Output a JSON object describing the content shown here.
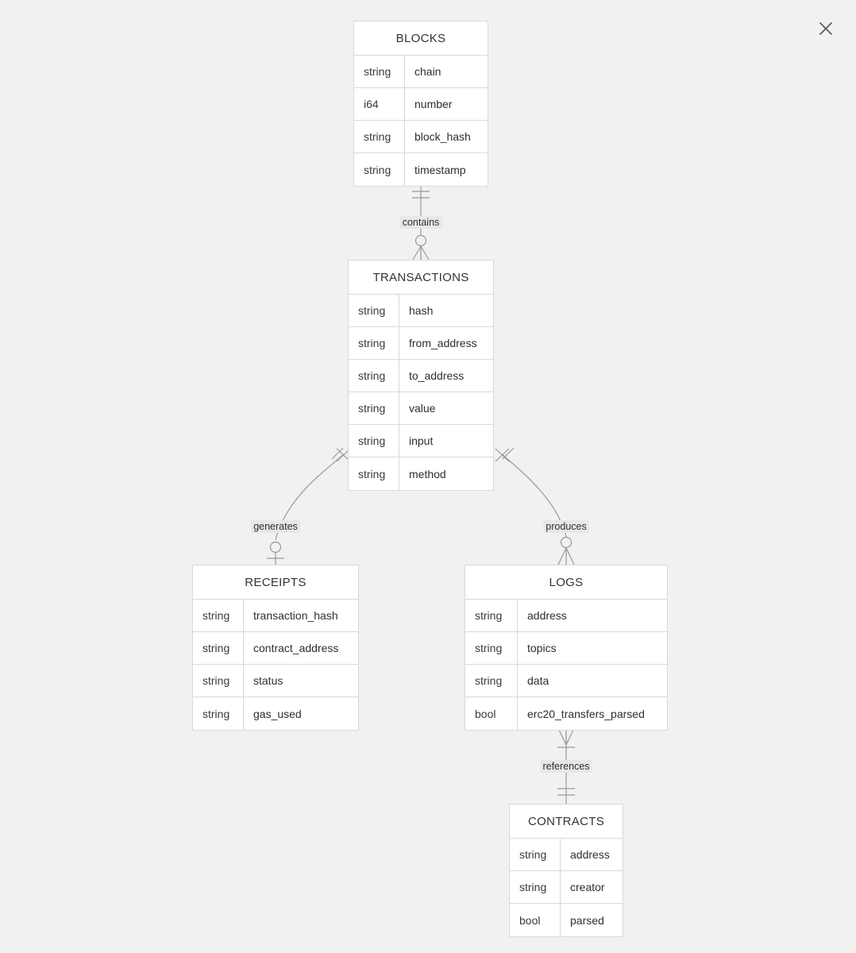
{
  "diagram": {
    "type": "entity-relationship-diagram",
    "notation": "crow's-foot",
    "background_color": "#f2f1ef",
    "line_color": "#999999",
    "entity_border_color": "#d9d9d9",
    "entity_fill_color": "#ffffff"
  },
  "close_button": {
    "icon": "close-icon",
    "label": "×"
  },
  "entities": [
    {
      "id": "blocks",
      "name": "BLOCKS",
      "attributes": [
        {
          "type": "string",
          "name": "chain"
        },
        {
          "type": "i64",
          "name": "number"
        },
        {
          "type": "string",
          "name": "block_hash"
        },
        {
          "type": "string",
          "name": "timestamp"
        }
      ]
    },
    {
      "id": "transactions",
      "name": "TRANSACTIONS",
      "attributes": [
        {
          "type": "string",
          "name": "hash"
        },
        {
          "type": "string",
          "name": "from_address"
        },
        {
          "type": "string",
          "name": "to_address"
        },
        {
          "type": "string",
          "name": "value"
        },
        {
          "type": "string",
          "name": "input"
        },
        {
          "type": "string",
          "name": "method"
        }
      ]
    },
    {
      "id": "receipts",
      "name": "RECEIPTS",
      "attributes": [
        {
          "type": "string",
          "name": "transaction_hash"
        },
        {
          "type": "string",
          "name": "contract_address"
        },
        {
          "type": "string",
          "name": "status"
        },
        {
          "type": "string",
          "name": "gas_used"
        }
      ]
    },
    {
      "id": "logs",
      "name": "LOGS",
      "attributes": [
        {
          "type": "string",
          "name": "address"
        },
        {
          "type": "string",
          "name": "topics"
        },
        {
          "type": "string",
          "name": "data"
        },
        {
          "type": "bool",
          "name": "erc20_transfers_parsed"
        }
      ]
    },
    {
      "id": "contracts",
      "name": "CONTRACTS",
      "attributes": [
        {
          "type": "string",
          "name": "address"
        },
        {
          "type": "string",
          "name": "creator"
        },
        {
          "type": "bool",
          "name": "parsed"
        }
      ]
    }
  ],
  "relationships": [
    {
      "id": "contains",
      "label": "contains",
      "from": "BLOCKS",
      "to": "TRANSACTIONS",
      "from_cardinality": "exactly-one",
      "to_cardinality": "zero-or-many"
    },
    {
      "id": "generates",
      "label": "generates",
      "from": "TRANSACTIONS",
      "to": "RECEIPTS",
      "from_cardinality": "one-or-many",
      "to_cardinality": "zero-or-one"
    },
    {
      "id": "produces",
      "label": "produces",
      "from": "TRANSACTIONS",
      "to": "LOGS",
      "from_cardinality": "one-or-many",
      "to_cardinality": "zero-or-many"
    },
    {
      "id": "references",
      "label": "references",
      "from": "LOGS",
      "to": "CONTRACTS",
      "from_cardinality": "one-or-many",
      "to_cardinality": "exactly-one"
    }
  ]
}
